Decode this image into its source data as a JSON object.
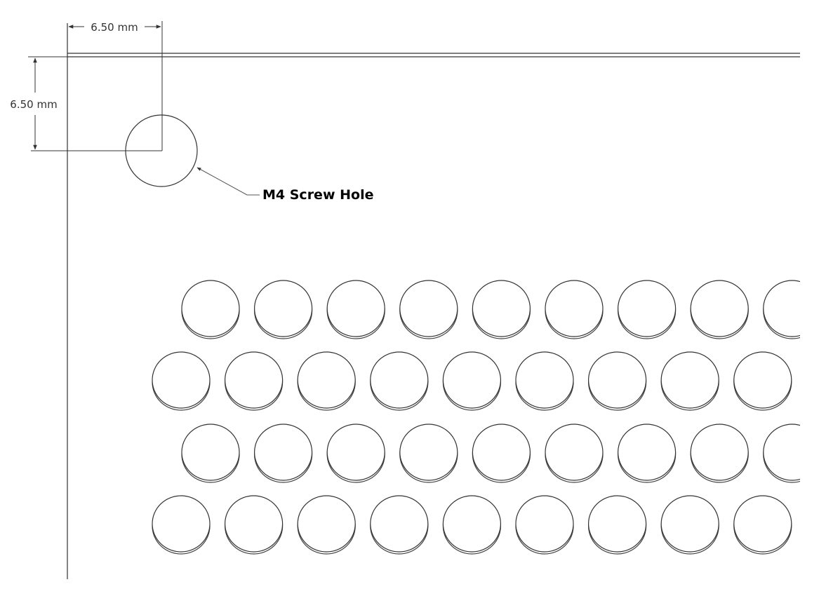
{
  "dimensions": {
    "horizontal_offset": "6.50 mm",
    "vertical_offset": "6.50 mm"
  },
  "callout": {
    "label": "M4 Screw Hole"
  },
  "hole_pattern": {
    "rows": 4,
    "holes_per_row": 9
  },
  "colors": {
    "line": "#333333",
    "text": "#000000",
    "background": "#ffffff"
  }
}
